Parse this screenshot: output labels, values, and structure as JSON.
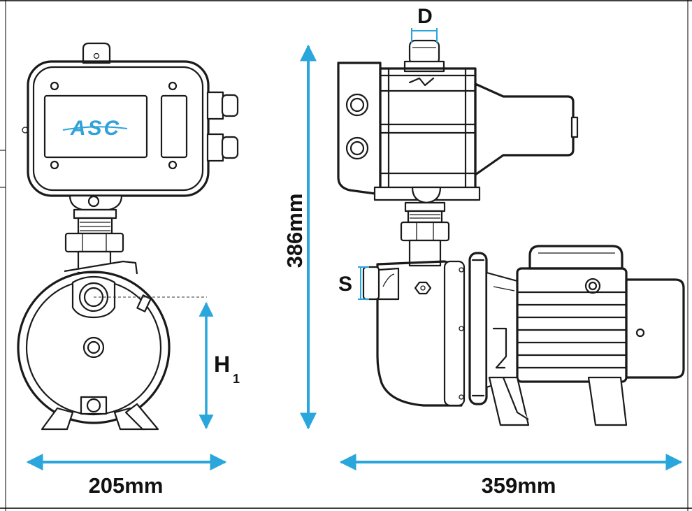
{
  "brand": {
    "logo_text": "ASC"
  },
  "dimensions": {
    "width": "205mm",
    "length": "359mm",
    "height": "386mm",
    "outlet_label": "D",
    "inlet_label": "S",
    "suction_height_label": "H",
    "suction_height_sub": "1"
  },
  "colors": {
    "arrow": "#29a6dc",
    "line": "#1a1a1a",
    "background": "#ffffff",
    "logo": "#2fa3d9"
  }
}
